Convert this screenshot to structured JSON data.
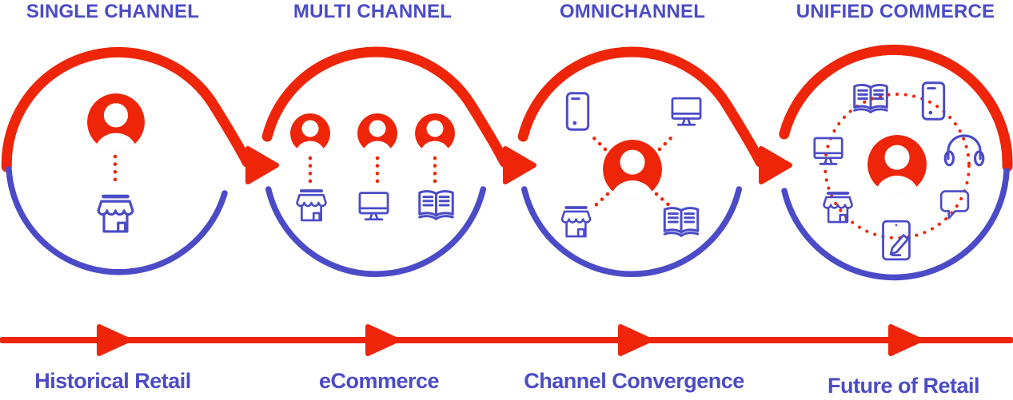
{
  "colors": {
    "red": "#ee2509",
    "blue": "#4b4bc7"
  },
  "stages": [
    {
      "title": "SINGLE CHANNEL",
      "timeline_label": "Historical Retail",
      "customers": 1,
      "channels": [
        "store"
      ]
    },
    {
      "title": "MULTI CHANNEL",
      "timeline_label": "eCommerce",
      "customers": 3,
      "channels": [
        "store",
        "desktop",
        "catalog"
      ]
    },
    {
      "title": "OMNICHANNEL",
      "timeline_label": "Channel Convergence",
      "customers": 1,
      "channels": [
        "smartphone",
        "desktop",
        "store",
        "catalog"
      ]
    },
    {
      "title": "UNIFIED COMMERCE",
      "timeline_label": "Future of Retail",
      "customers": 1,
      "channels": [
        "catalog",
        "smartphone",
        "desktop",
        "headphones",
        "store",
        "chat-bubble",
        "tablet-pen"
      ]
    }
  ]
}
